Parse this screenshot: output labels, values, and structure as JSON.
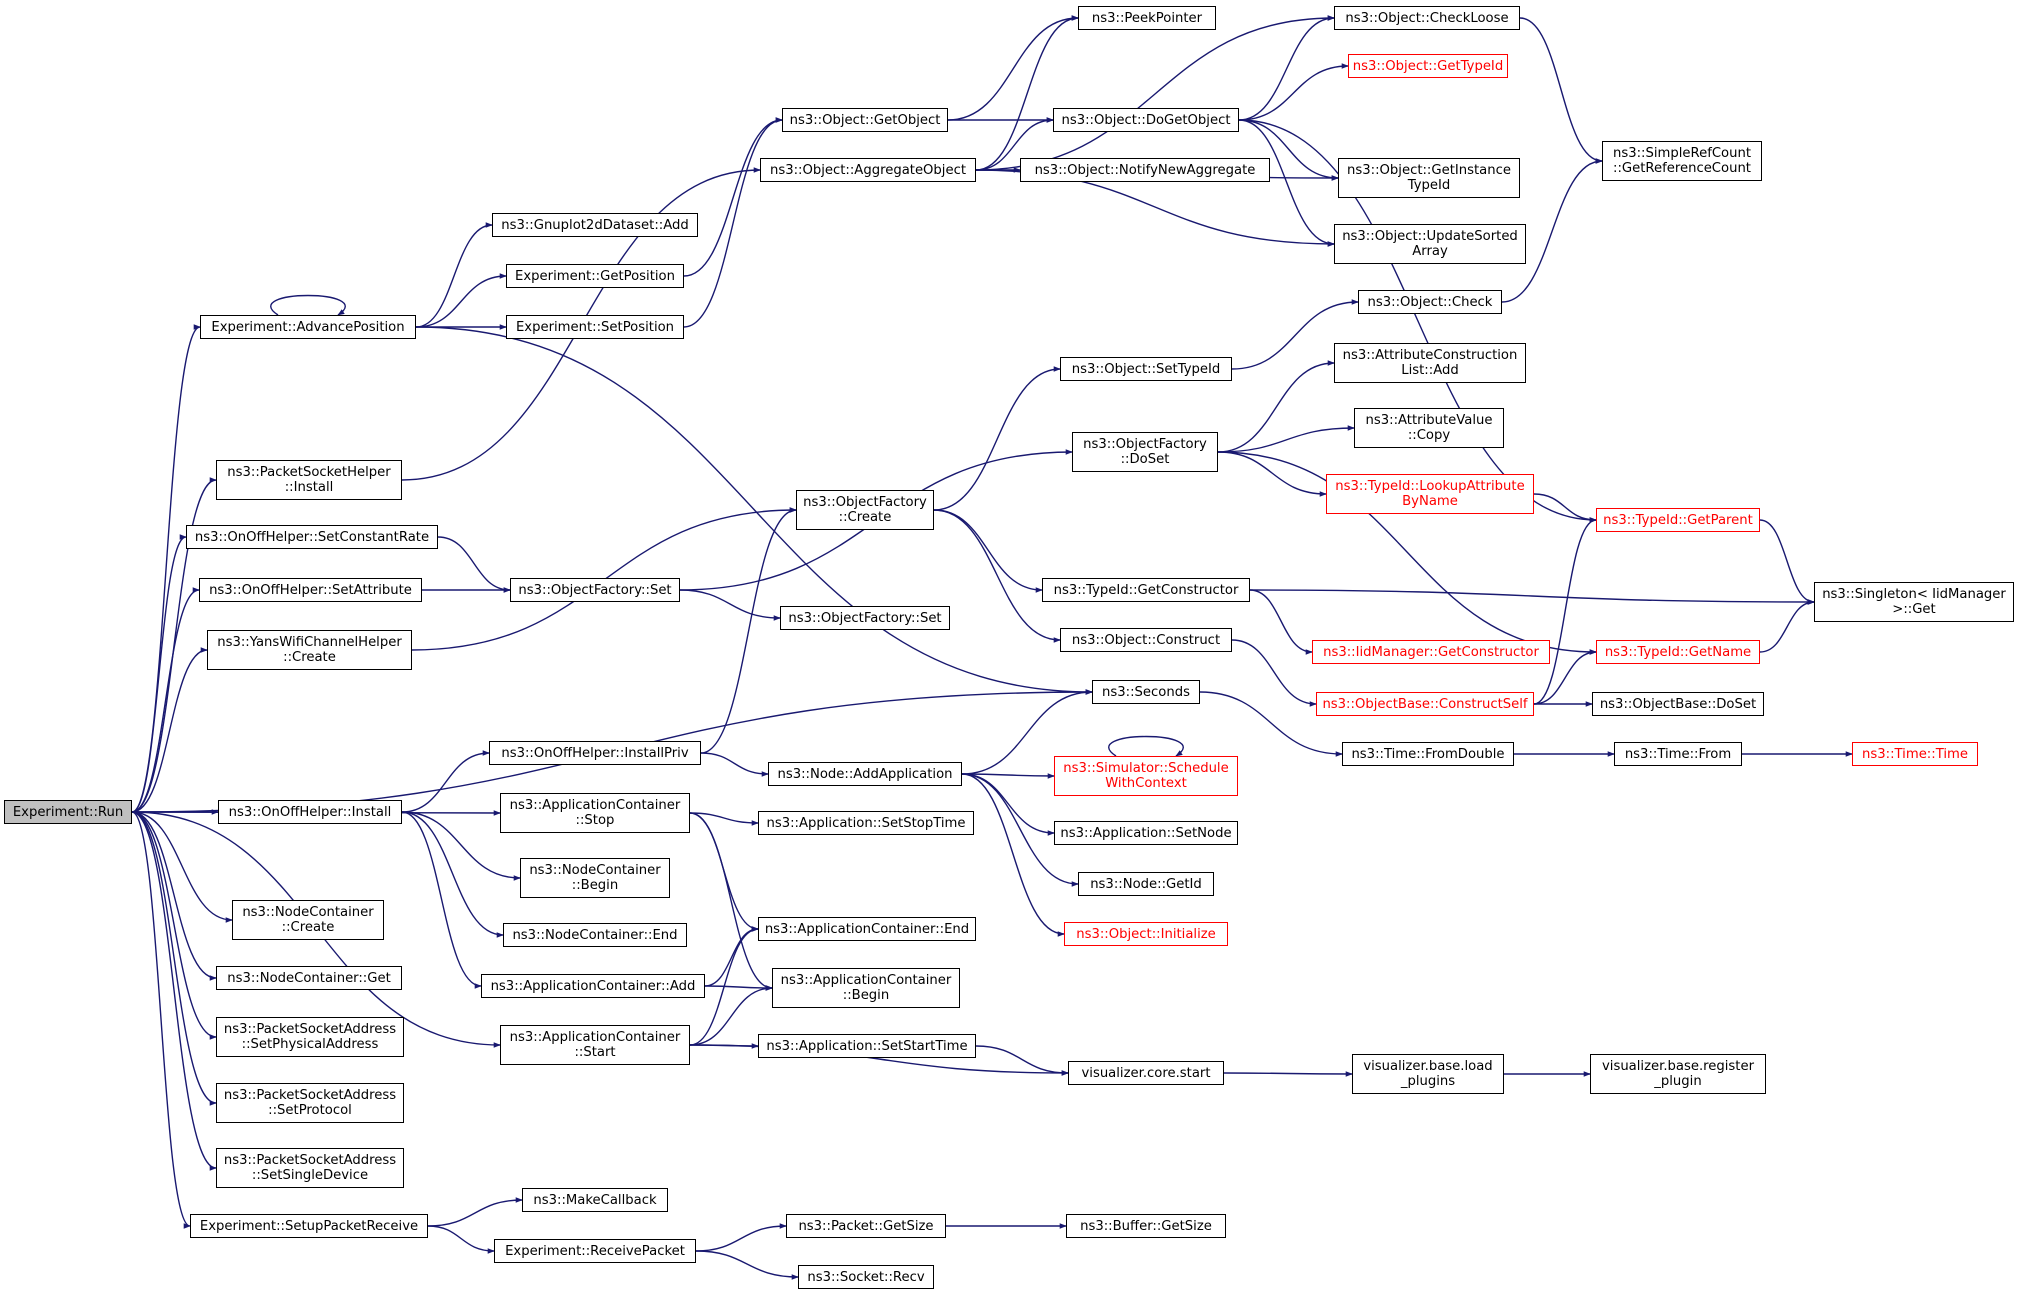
{
  "colors": {
    "edge": "#191970",
    "border": "#000000",
    "missing_border": "#ff0000",
    "root_fill": "#bfbfbf"
  },
  "nodes": {
    "run": "Experiment::Run",
    "advance": "Experiment::AdvancePosition",
    "psh_install": "ns3::PacketSocketHelper\n::Install",
    "set_rate": "ns3::OnOffHelper::SetConstantRate",
    "set_attr": "ns3::OnOffHelper::SetAttribute",
    "yans": "ns3::YansWifiChannelHelper\n::Create",
    "onoff_install": "ns3::OnOffHelper::Install",
    "nc_create": "ns3::NodeContainer\n::Create",
    "nc_get": "ns3::NodeContainer::Get",
    "psa_phys": "ns3::PacketSocketAddress\n::SetPhysicalAddress",
    "psa_proto": "ns3::PacketSocketAddress\n::SetProtocol",
    "psa_single": "ns3::PacketSocketAddress\n::SetSingleDevice",
    "setup_recv": "Experiment::SetupPacketReceive",
    "gnuplot": "ns3::Gnuplot2dDataset::Add",
    "getpos": "Experiment::GetPosition",
    "setpos": "Experiment::SetPosition",
    "of_set": "ns3::ObjectFactory::Set",
    "install_priv": "ns3::OnOffHelper::InstallPriv",
    "ac_stop": "ns3::ApplicationContainer\n::Stop",
    "nc_begin": "ns3::NodeContainer\n::Begin",
    "nc_end": "ns3::NodeContainer::End",
    "ac_add": "ns3::ApplicationContainer::Add",
    "ac_start": "ns3::ApplicationContainer\n::Start",
    "make_cb": "ns3::MakeCallback",
    "recv_packet": "Experiment::ReceivePacket",
    "get_object": "ns3::Object::GetObject",
    "aggregate": "ns3::Object::AggregateObject",
    "of_create": "ns3::ObjectFactory\n::Create",
    "of_set2": "ns3::ObjectFactory::Set",
    "node_addapp": "ns3::Node::AddApplication",
    "app_stoptime": "ns3::Application::SetStopTime",
    "ac_end": "ns3::ApplicationContainer::End",
    "ac_begin": "ns3::ApplicationContainer\n::Begin",
    "app_starttime": "ns3::Application::SetStartTime",
    "pkt_getsize": "ns3::Packet::GetSize",
    "socket_recv": "ns3::Socket::Recv",
    "peek": "ns3::PeekPointer",
    "do_get_object": "ns3::Object::DoGetObject",
    "notify_new": "ns3::Object::NotifyNewAggregate",
    "set_typeid": "ns3::Object::SetTypeId",
    "of_doset": "ns3::ObjectFactory\n::DoSet",
    "get_ctor": "ns3::TypeId::GetConstructor",
    "obj_construct": "ns3::Object::Construct",
    "seconds": "ns3::Seconds",
    "sim_schedule": "ns3::Simulator::Schedule\nWithContext",
    "app_setnode": "ns3::Application::SetNode",
    "node_getid": "ns3::Node::GetId",
    "obj_init": "ns3::Object::Initialize",
    "vis_start": "visualizer.core.start",
    "buf_getsize": "ns3::Buffer::GetSize",
    "check_loose": "ns3::Object::CheckLoose",
    "obj_get_typeid": "ns3::Object::GetTypeId",
    "get_inst_typeid": "ns3::Object::GetInstance\nTypeId",
    "update_sorted": "ns3::Object::UpdateSorted\nArray",
    "obj_check": "ns3::Object::Check",
    "acl_add": "ns3::AttributeConstruction\nList::Add",
    "av_copy": "ns3::AttributeValue\n::Copy",
    "lookup_attr": "ns3::TypeId::LookupAttribute\nByName",
    "iid_getctor": "ns3::IidManager::GetConstructor",
    "ob_construct_self": "ns3::ObjectBase::ConstructSelf",
    "time_fromdouble": "ns3::Time::FromDouble",
    "vis_load": "visualizer.base.load\n_plugins",
    "src_getrefcount": "ns3::SimpleRefCount\n::GetReferenceCount",
    "typeid_getparent": "ns3::TypeId::GetParent",
    "typeid_getname": "ns3::TypeId::GetName",
    "ob_doset": "ns3::ObjectBase::DoSet",
    "time_from": "ns3::Time::From",
    "vis_register": "visualizer.base.register\n_plugin",
    "singleton_get": "ns3::Singleton< IidManager\n>::Get",
    "time_time": "ns3::Time::Time"
  }
}
